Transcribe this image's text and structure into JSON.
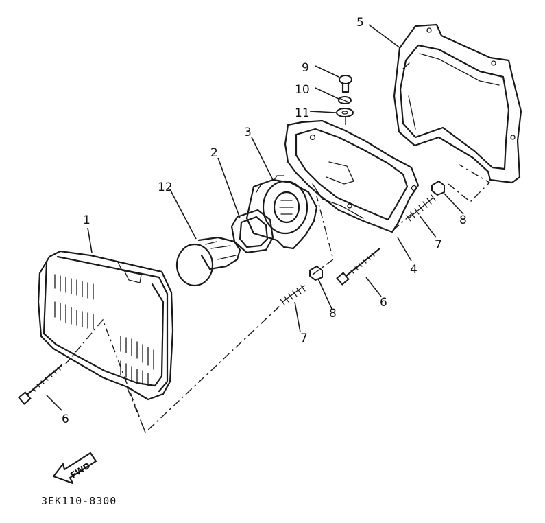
{
  "diagram": {
    "callouts": {
      "c1": "1",
      "c2": "2",
      "c3": "3",
      "c4": "4",
      "c5": "5",
      "c6_left": "6",
      "c6_right": "6",
      "c7_center": "7",
      "c7_right": "7",
      "c8_center": "8",
      "c8_right": "8",
      "c9": "9",
      "c10": "10",
      "c11": "11",
      "c12": "12"
    },
    "fwd_label": "FWD",
    "drawing_code": "3EK110-8300"
  }
}
